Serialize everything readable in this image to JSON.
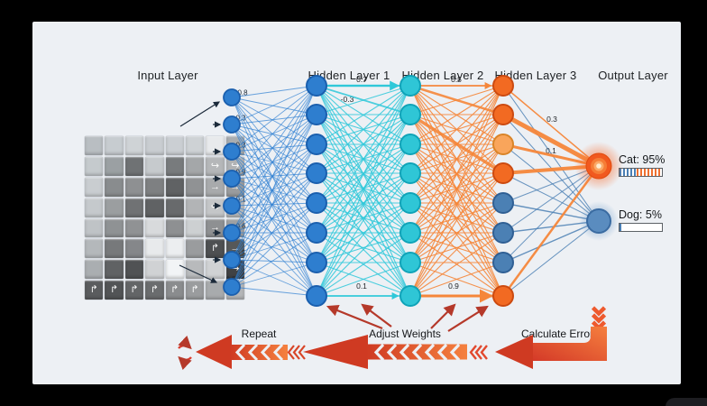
{
  "scene": {
    "background": "#000000",
    "card_background": "#edf0f4"
  },
  "layer_titles": [
    "Input Layer",
    "Hidden Layer 1",
    "Hidden Layer 2",
    "Hidden Layer 3",
    "Output Layer"
  ],
  "input_weights": [
    "0.8",
    "0.3",
    "0.3",
    "0.9",
    "0.1",
    "0.6",
    "0.5",
    "0.5"
  ],
  "edge_labels": {
    "h1_h2_top": "0.7",
    "h1_h2_second": "-0.3",
    "h2_h3_top": "0.5",
    "h1_h2_bottom": "0.1",
    "h2_h3_bottom": "0.9",
    "h3_cat_upper": "0.3",
    "h3_cat_lower": "0.1"
  },
  "outputs": [
    {
      "label": "Cat: 95%",
      "value": 95,
      "color": "#f1591f"
    },
    {
      "label": "Dog: 5%",
      "value": 5,
      "color": "#5a8cbf"
    }
  ],
  "flow_labels": {
    "repeat": "Repeat",
    "adjust_weights": "Adjust Weights",
    "calculate_error": "Calculate Error"
  },
  "icons": {
    "refresh": "refresh-cycle-icon",
    "cell_arrow_right": "→",
    "cell_arrow_hook": "↪",
    "cell_arrow_up_right": "↱"
  },
  "colors": {
    "input_node": "#2e7ecf",
    "input_node_stroke": "#1a5fae",
    "hidden2_node": "#2fc6d6",
    "hidden2_node_stroke": "#0fa3b8",
    "hidden3_orange": "#f26a22",
    "hidden3_orange_stroke": "#cc4a10",
    "hidden3_light_orange": "#f9a55b",
    "hidden3_light_orange_stroke": "#d98428",
    "hidden3_blue": "#4b80b4",
    "hidden3_blue_stroke": "#2f5f94",
    "edge_blue": "#2e7fd1",
    "edge_cyan": "#2fc8d9",
    "edge_orange": "#f5863a",
    "edge_steel": "#4b80b4",
    "grid_arrow": "#1b2a3a",
    "flow_red": "#cf3a22",
    "flow_orange": "#f5813f",
    "adjust_arrow": "#b5392a",
    "cat_bar_blue": "#4a7fb5",
    "cat_bar_orange": "#f07030"
  },
  "hidden3_node_colors": [
    "orange",
    "orange",
    "light_orange",
    "orange",
    "blue",
    "blue",
    "blue",
    "orange"
  ],
  "pixel_grid": {
    "rows": [
      [
        "#b9bec2",
        "#c7ccd0",
        "#cfd3d6",
        "#c9cdd1",
        "#cbcfd3",
        "#ced2d5",
        "#e8eaec",
        "#a9adb0"
      ],
      [
        "#c5cacd",
        "#9ba0a3",
        "#6f7274",
        "#c6cacd",
        "#787b7d",
        "#a4a7a9",
        "#b5b7b9",
        "#b0b2b4"
      ],
      [
        "#c9cdd0",
        "#898c8e",
        "#8e9092",
        "#7e8082",
        "#606264",
        "#909294",
        "#a8aaac",
        "#9a9c9e"
      ],
      [
        "#c5c9cc",
        "#9b9ea0",
        "#707274",
        "#606264",
        "#686a6c",
        "#b2b4b6",
        "#c4c6c8",
        "#b6b8ba"
      ],
      [
        "#bfc3c6",
        "#8f9294",
        "#909294",
        "#d8dadc",
        "#8e9092",
        "#cdd0d2",
        "#8e9092",
        "#9ea0a2"
      ],
      [
        "#b4b8bb",
        "#77797b",
        "#85878a",
        "#e8eaec",
        "#eceef0",
        "#9a9c9e",
        "#4e5052",
        "#565859"
      ],
      [
        "#aaaeb1",
        "#606264",
        "#505254",
        "#d0d2d4",
        "#f2f4f6",
        "#b8babc",
        "#d0d2d4",
        "#404244"
      ],
      [
        "#5a5c5e",
        "#525456",
        "#636567",
        "#6a6c6e",
        "#8a8c8e",
        "#9a9c9e",
        "#a8abad",
        "#b4b6b8"
      ]
    ],
    "cell_arrows": {
      "2-7": "↪",
      "2-8": "↪",
      "3-7": "→",
      "3-8": "→",
      "4-7": "↪",
      "4-8": "→",
      "5-7": "→",
      "5-8": "→",
      "6-7": "↱",
      "6-8": "→",
      "7-8": "↪",
      "8-1": "↱",
      "8-2": "↱",
      "8-3": "↱",
      "8-4": "↱",
      "8-5": "↱",
      "8-6": "↱"
    }
  }
}
